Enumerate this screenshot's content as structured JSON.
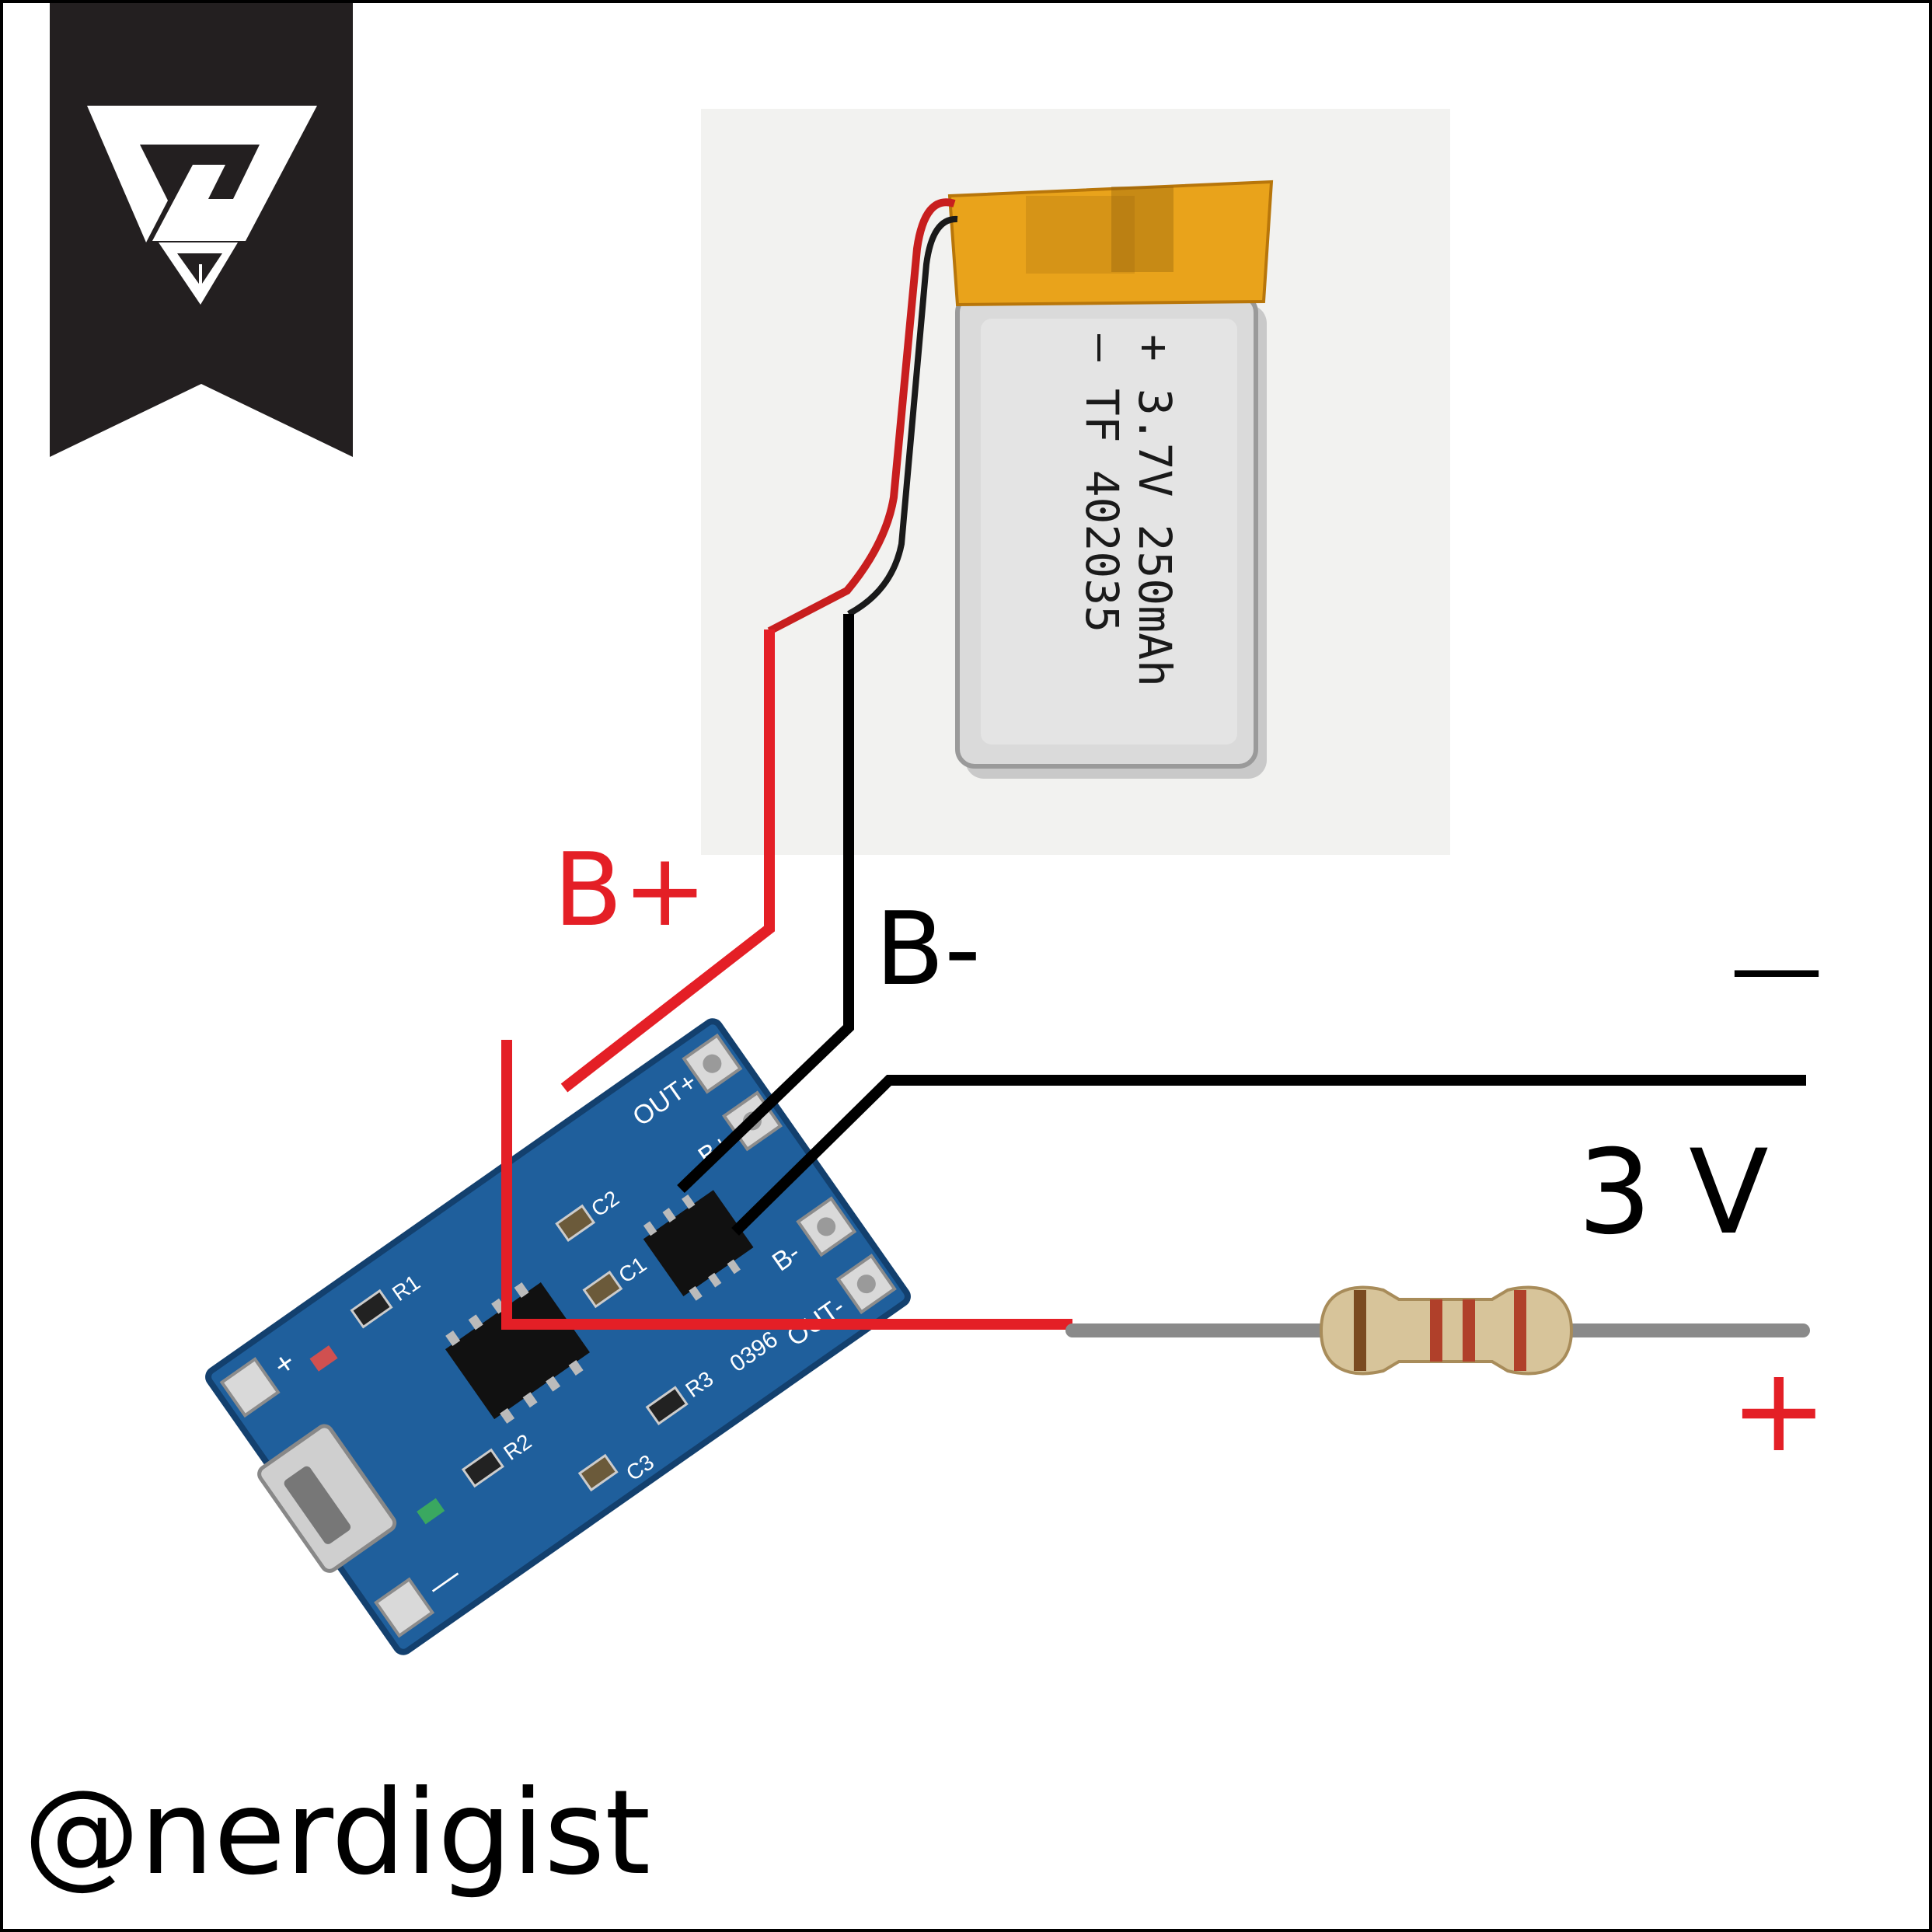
{
  "colors": {
    "frame": "#000000",
    "wire_positive": "#e41f26",
    "wire_negative": "#000000",
    "pcb": "#1f5f9c",
    "pcb_dark": "#13406e",
    "battery_body": "#d7d7d7",
    "battery_tape": "#e8a21a",
    "logo_bg": "#231f20",
    "label_positive": "#e41f26",
    "label_negative": "#000000"
  },
  "logo": {
    "icon": "nerdigist-logo-icon"
  },
  "battery": {
    "line_minus": "— TF 402035",
    "line_plus": "+ 3.7V 250mAh"
  },
  "module": {
    "pins": {
      "out_plus": "OUT+",
      "b_plus": "B+",
      "b_minus": "B-",
      "out_minus": "OUT-",
      "in_plus": "+",
      "in_minus": "—"
    },
    "components": [
      "R1",
      "R2",
      "R3",
      "C1",
      "C2",
      "C3"
    ],
    "ic_label": "0396",
    "usb_icon": "micro-usb-port-icon"
  },
  "labels": {
    "b_plus": "B+",
    "b_minus": "B-",
    "output_minus": "—",
    "output_voltage": "3 V",
    "output_plus": "+"
  },
  "resistor": {
    "icon": "resistor-icon"
  },
  "footer": {
    "handle": "@nerdigist"
  }
}
